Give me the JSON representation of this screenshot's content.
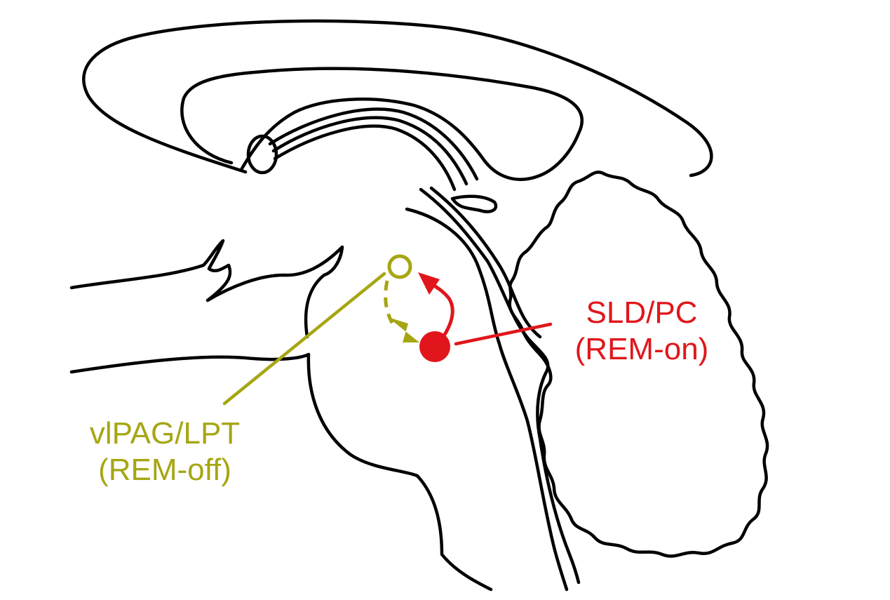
{
  "colors": {
    "rem_off": "#a6a614",
    "rem_on": "#e0161c",
    "outline": "#000000",
    "background": "#ffffff"
  },
  "regions": {
    "rem_off": {
      "name": "vlPAG/LPT",
      "role": "(REM-off)",
      "marker": "open-circle"
    },
    "rem_on": {
      "name": "SLD/PC",
      "role": "(REM-on)",
      "marker": "filled-circle"
    }
  },
  "connections": [
    {
      "from": "SLD/PC",
      "to": "vlPAG/LPT",
      "style": "solid"
    },
    {
      "from": "vlPAG/LPT",
      "to": "SLD/PC",
      "style": "dashed"
    }
  ]
}
